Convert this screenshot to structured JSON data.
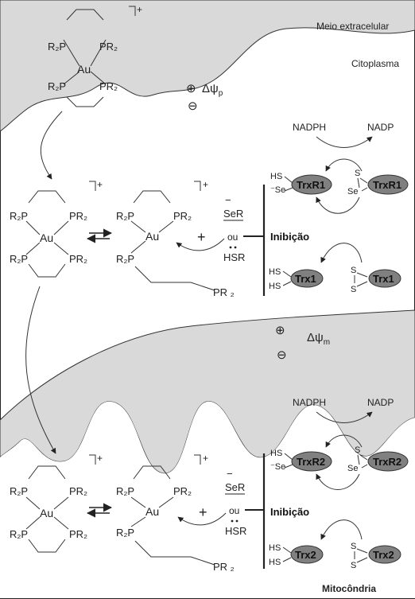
{
  "labels": {
    "meio_extracelular": "Meio extracelular",
    "citoplasma": "Citoplasma",
    "mitocondria": "Mitocôndria",
    "delta_psi_p": "Δψ",
    "delta_psi_p_sub": "p",
    "delta_psi_m": "Δψ",
    "delta_psi_m_sub": "m",
    "plus_sign": "⊕",
    "minus_sign": "⊖"
  },
  "complex": {
    "charge": "+",
    "au": "Au",
    "r2p": "R₂P",
    "pr2": "PR₂",
    "pr2_free": "PR ₂"
  },
  "reagents": {
    "ser": "SeR",
    "ser_charge": "−",
    "ou": "ou",
    "hsr": "HSR",
    "plus": "+",
    "inhibicao": "Inibição"
  },
  "cytoplasm_cycle": {
    "nadph": "NADPH",
    "nadp": "NADP",
    "trxr_reduced": "TrxR1",
    "trxr_oxidized": "TrxR1",
    "trx_reduced": "Trx1",
    "trx_oxidized": "Trx1",
    "hs": "HS",
    "se_minus": "⁻Se",
    "s": "S",
    "se": "Se"
  },
  "mito_cycle": {
    "nadph": "NADPH",
    "nadp": "NADP",
    "trxr_reduced": "TrxR2",
    "trxr_oxidized": "TrxR2",
    "trx_reduced": "Trx2",
    "trx_oxidized": "Trx2",
    "hs": "HS",
    "se_minus": "⁻Se",
    "s": "S",
    "se": "Se"
  }
}
